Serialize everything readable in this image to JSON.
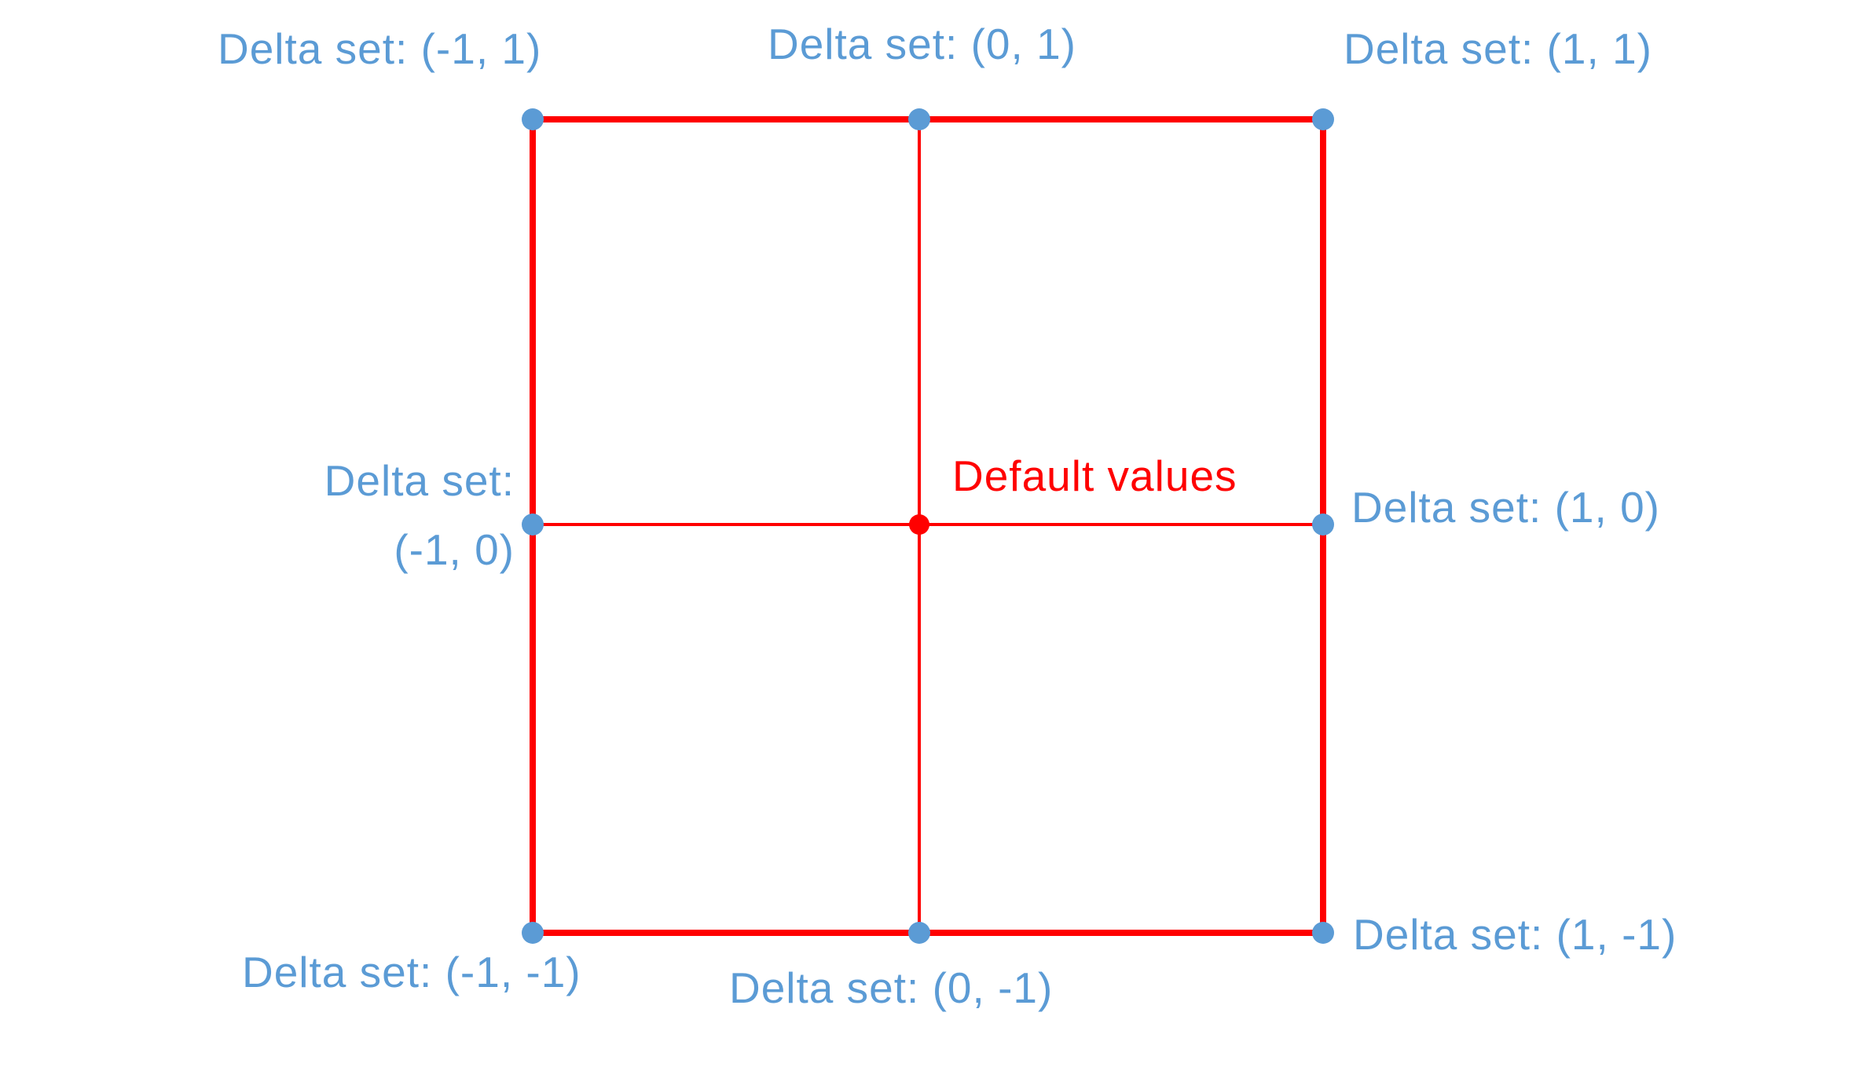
{
  "colors": {
    "background": "#ffffff",
    "point_blue": "#5b9bd5",
    "line_red": "#ff0000"
  },
  "diagram": {
    "labels": {
      "top_left": "Delta set: (-1, 1)",
      "top_center": "Delta set: (0, 1)",
      "top_right": "Delta set: (1, 1)",
      "mid_left_line1": "Delta set:",
      "mid_left_line2": "(-1, 0)",
      "center": "Default values",
      "mid_right": "Delta set: (1, 0)",
      "bottom_left": "Delta set: (-1, -1)",
      "bottom_center": "Delta set: (0, -1)",
      "bottom_right": "Delta set: (1, -1)"
    }
  }
}
